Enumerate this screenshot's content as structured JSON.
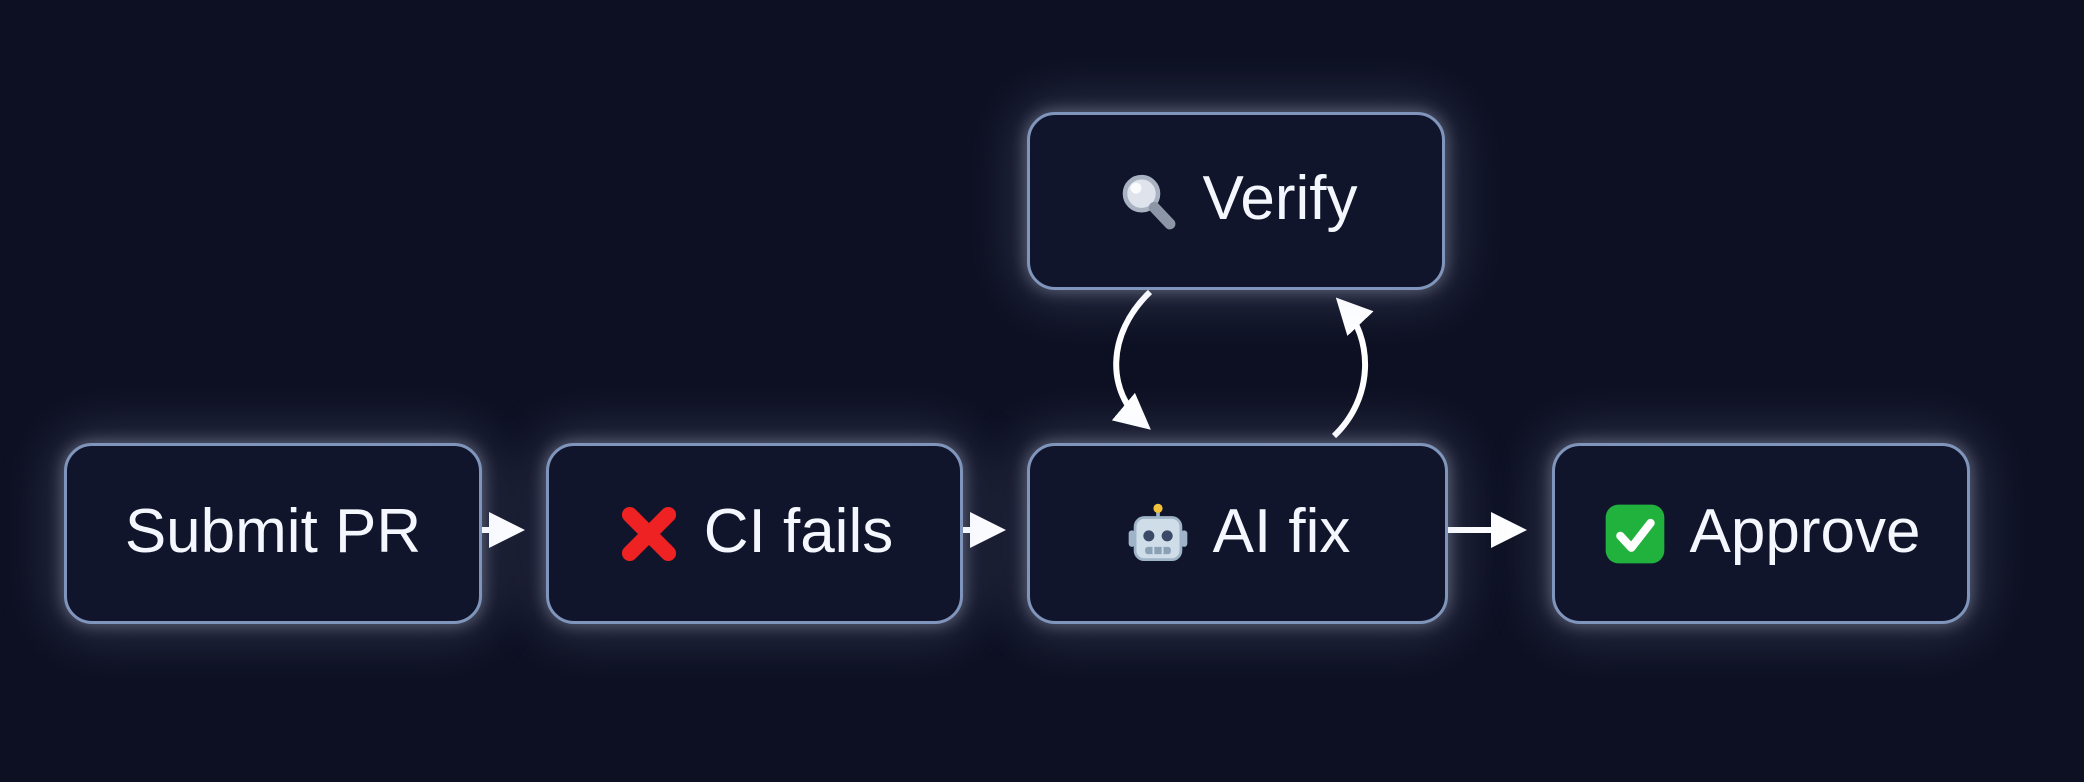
{
  "diagram": {
    "type": "flowchart",
    "background_color": "#0d1022",
    "node_fill_color": "#11152c",
    "node_border_color": "#8095bb",
    "node_text_color": "#f5f7ff",
    "arrow_color": "#ffffff",
    "glow_color": "rgba(210,220,255,0.3)",
    "nodes": {
      "verify": {
        "label": "Verify",
        "icon": "magnifier-icon"
      },
      "submit_pr": {
        "label": "Submit PR",
        "icon": null
      },
      "ci_fails": {
        "label": "CI fails",
        "icon": "cross-mark-icon"
      },
      "ai_fix": {
        "label": "AI fix",
        "icon": "robot-icon"
      },
      "approve": {
        "label": "Approve",
        "icon": "check-mark-icon"
      }
    },
    "edges": [
      {
        "from": "submit_pr",
        "to": "ci_fails",
        "style": "straight"
      },
      {
        "from": "ci_fails",
        "to": "ai_fix",
        "style": "straight"
      },
      {
        "from": "ai_fix",
        "to": "approve",
        "style": "straight"
      },
      {
        "from": "verify",
        "to": "ai_fix",
        "style": "curved-left"
      },
      {
        "from": "ai_fix",
        "to": "verify",
        "style": "curved-right"
      }
    ]
  }
}
